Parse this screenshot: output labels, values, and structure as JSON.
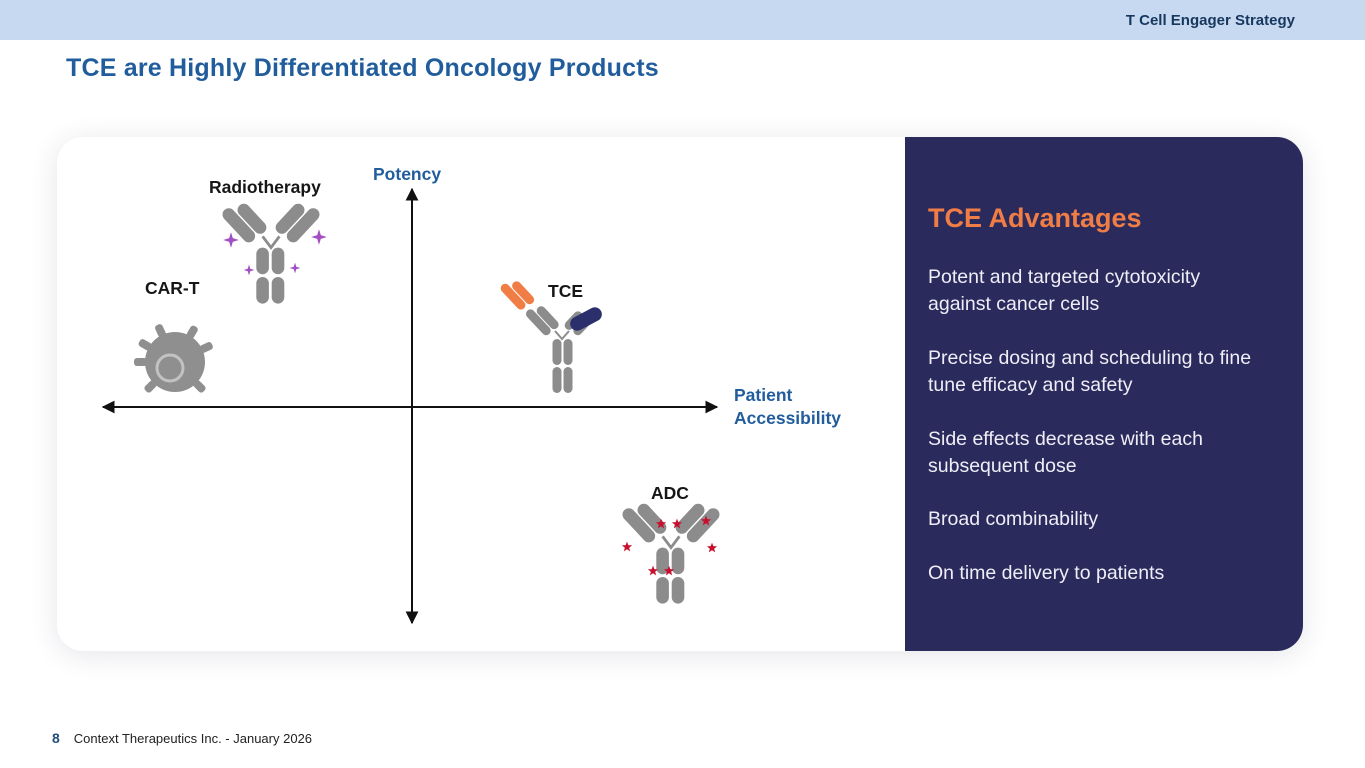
{
  "banner": {
    "label": "T Cell Engager Strategy"
  },
  "slide": {
    "title": "TCE are Highly Differentiated Oncology Products"
  },
  "diagram": {
    "y_axis_label": "Potency",
    "x_axis_label": "Patient Accessibility",
    "modalities": [
      {
        "label": "Radiotherapy"
      },
      {
        "label": "CAR-T"
      },
      {
        "label": "TCE"
      },
      {
        "label": "ADC"
      }
    ]
  },
  "advantages_panel": {
    "title": "TCE Advantages",
    "bullets": [
      "Potent and targeted cytotoxicity against cancer cells",
      "Precise dosing and scheduling to fine tune efficacy and safety",
      "Side effects decrease with each subsequent dose",
      "Broad combinability",
      "On time delivery to patients"
    ]
  },
  "footer": {
    "page_number": "8",
    "text": "Context Therapeutics Inc. - January 2026"
  },
  "colors": {
    "banner_bg": "#c6d9f1",
    "banner_text": "#17375e",
    "title_blue": "#215d9c",
    "axis_blue": "#215d9c",
    "panel_bg": "#2b2a5d",
    "accent_orange": "#ef7d45",
    "antibody_gray": "#8c8c8c",
    "tce_navy": "#2b2f6b",
    "radiotherapy_star": "#a14fc2",
    "adc_star": "#c8102e"
  }
}
